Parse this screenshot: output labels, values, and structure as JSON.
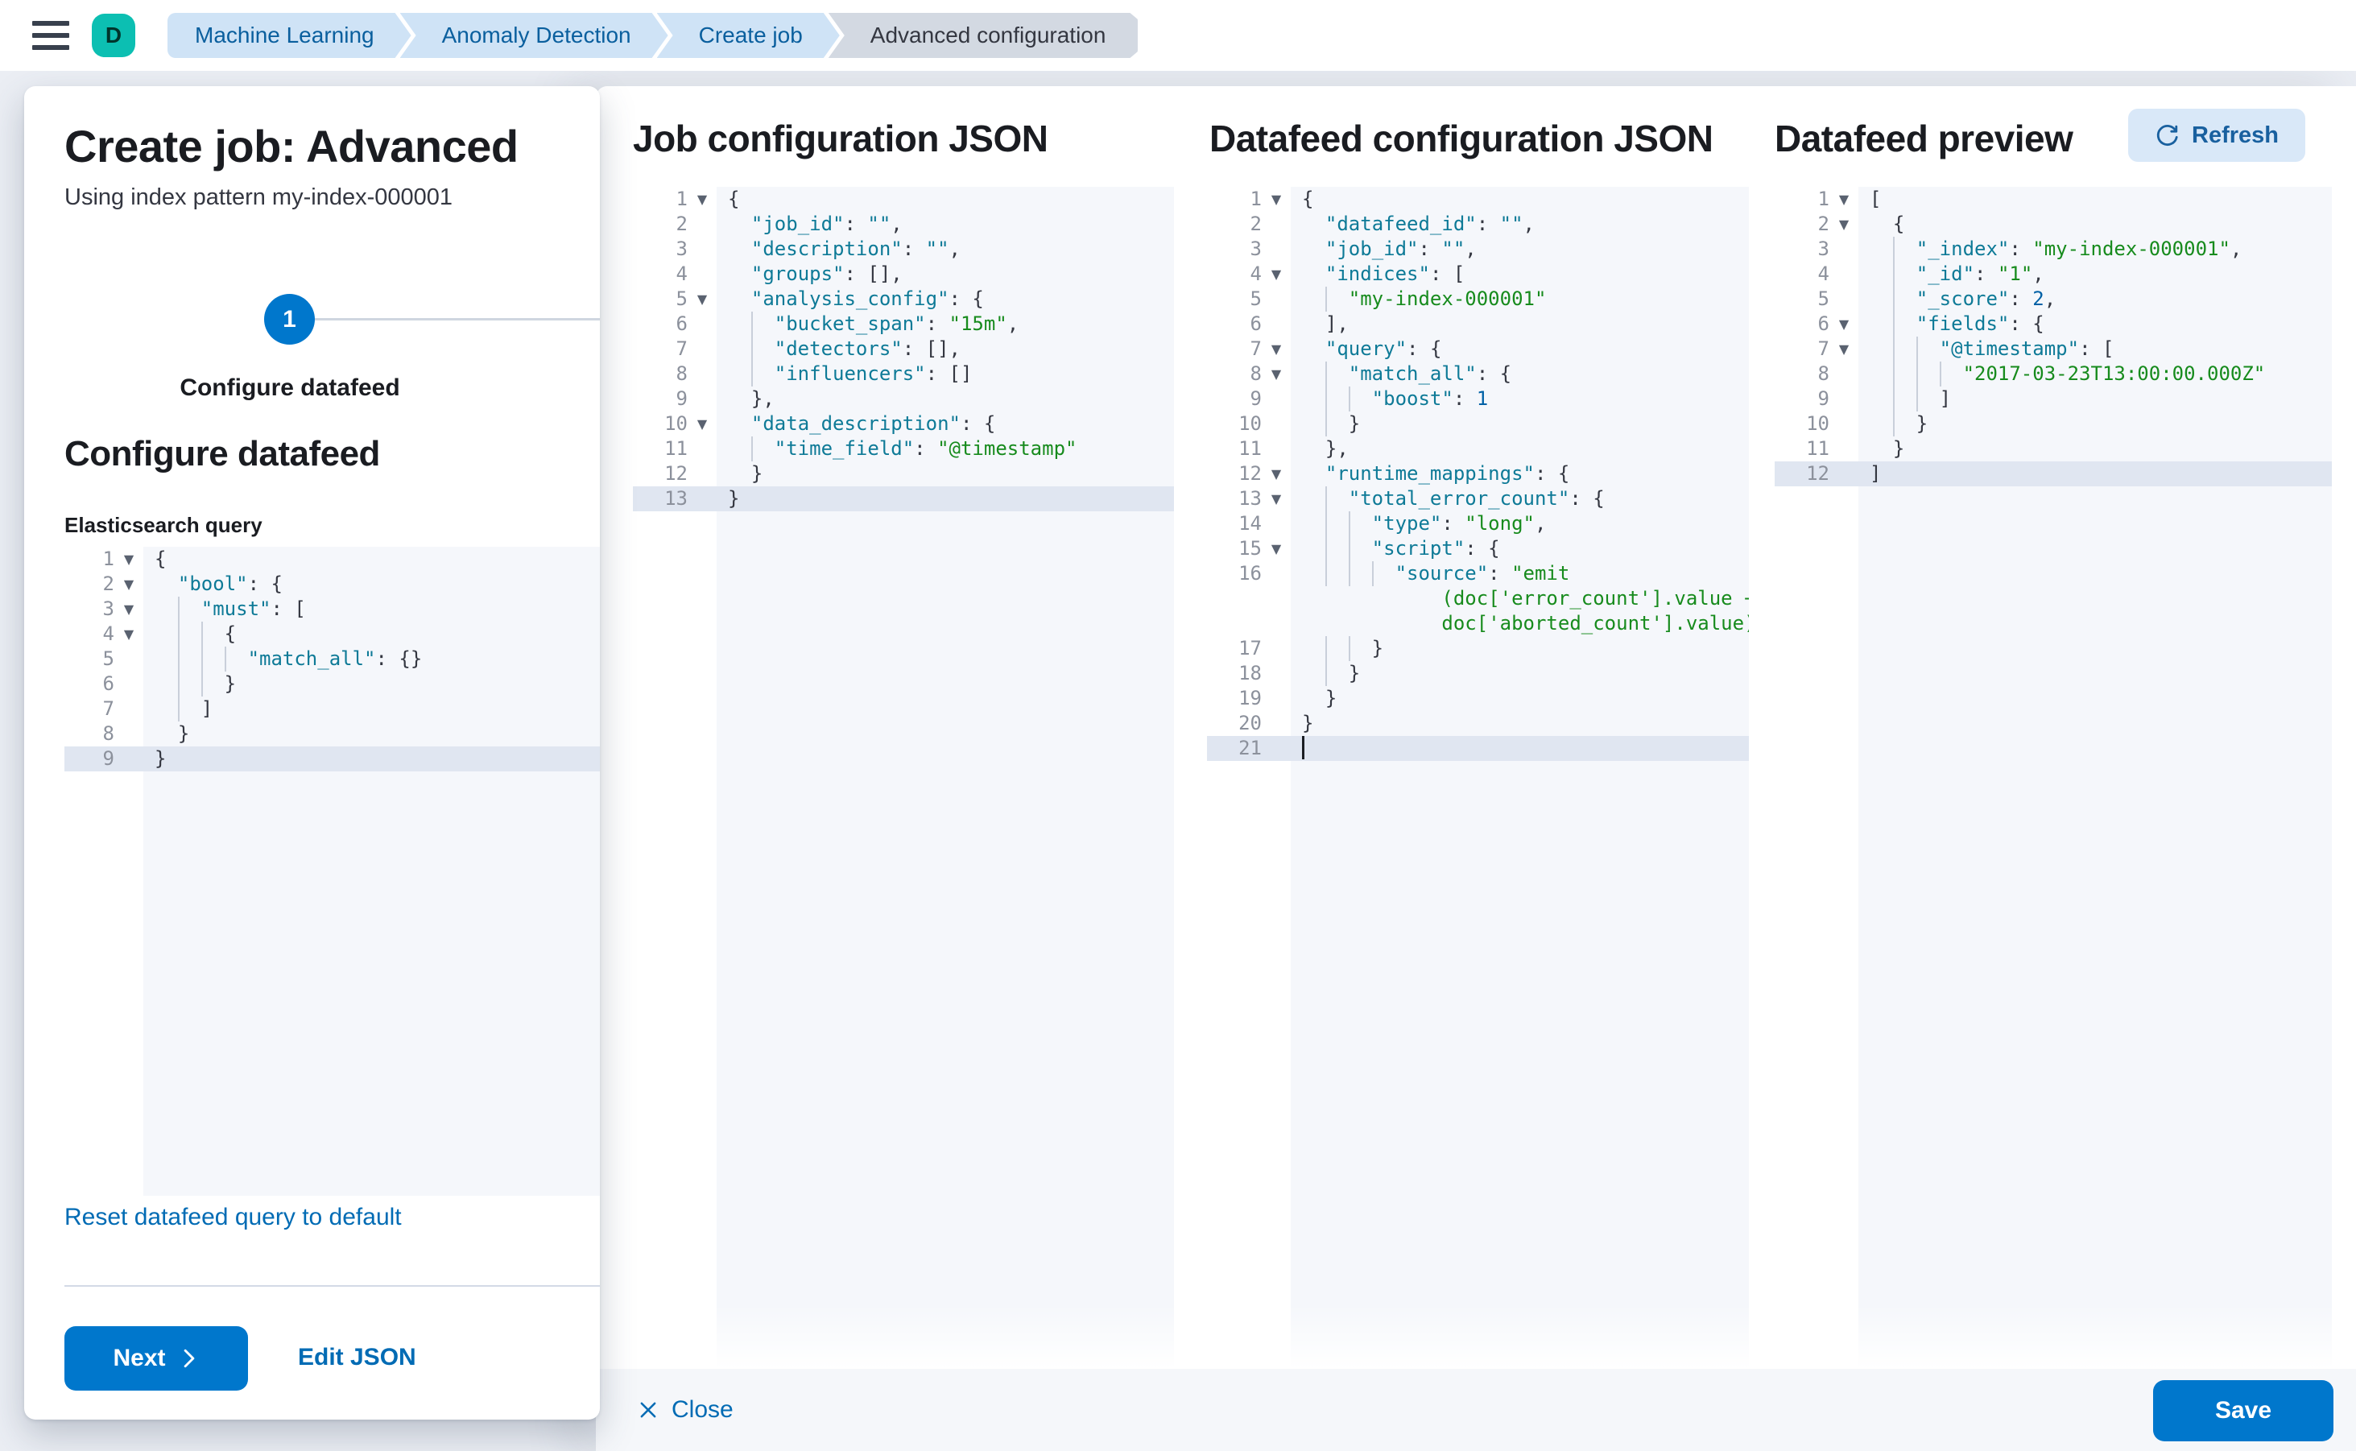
{
  "header": {
    "avatar_initial": "D",
    "breadcrumbs": [
      {
        "label": "Machine Learning",
        "current": false
      },
      {
        "label": "Anomaly Detection",
        "current": false
      },
      {
        "label": "Create job",
        "current": false
      },
      {
        "label": "Advanced configuration",
        "current": true
      }
    ]
  },
  "wizard": {
    "title": "Create job: Advanced",
    "subtitle": "Using index pattern my-index-000001",
    "step_number": "1",
    "step_label": "Configure datafeed",
    "section_heading": "Configure datafeed",
    "query_label": "Elasticsearch query",
    "reset_link": "Reset datafeed query to default",
    "next_label": "Next",
    "edit_json_label": "Edit JSON"
  },
  "flyout": {
    "col1_heading": "Job configuration JSON",
    "col2_heading": "Datafeed configuration JSON",
    "col3_heading": "Datafeed preview",
    "refresh_label": "Refresh",
    "close_label": "Close",
    "save_label": "Save"
  },
  "colors": {
    "primary_button": "#0077cc",
    "link": "#006bb4",
    "breadcrumb_bg": "#cfe3f6",
    "breadcrumb_text": "#0a5f9e",
    "breadcrumb_current_bg": "#d3d9e2",
    "avatar_bg": "#0cbfb2",
    "code_key": "#0e7a97",
    "code_string": "#178b1d",
    "code_number": "#0061a6",
    "code_bg": "#f5f7fb",
    "active_line_bg": "#e0e6f1",
    "refresh_btn_bg": "#d9e8f8"
  },
  "editors": {
    "es_query": {
      "lines": [
        {
          "n": "1",
          "f": true,
          "t": [
            [
              "p",
              "{"
            ]
          ]
        },
        {
          "n": "2",
          "f": true,
          "t": [
            [
              "u",
              "pd"
            ],
            [
              "k",
              "\"bool\""
            ],
            [
              "p",
              ": {"
            ]
          ]
        },
        {
          "n": "3",
          "f": true,
          "t": [
            [
              "u",
              "pd"
            ],
            [
              "u",
              "gd"
            ],
            [
              "k",
              "\"must\""
            ],
            [
              "p",
              ": ["
            ]
          ]
        },
        {
          "n": "4",
          "f": true,
          "t": [
            [
              "u",
              "pd"
            ],
            [
              "u",
              "gd"
            ],
            [
              "u",
              "gd"
            ],
            [
              "p",
              "{"
            ]
          ]
        },
        {
          "n": "5",
          "t": [
            [
              "u",
              "pd"
            ],
            [
              "u",
              "gd"
            ],
            [
              "u",
              "gd"
            ],
            [
              "u",
              "gd"
            ],
            [
              "k",
              "\"match_all\""
            ],
            [
              "p",
              ": {}"
            ]
          ]
        },
        {
          "n": "6",
          "t": [
            [
              "u",
              "pd"
            ],
            [
              "u",
              "gd"
            ],
            [
              "u",
              "gd"
            ],
            [
              "p",
              "}"
            ]
          ]
        },
        {
          "n": "7",
          "t": [
            [
              "u",
              "pd"
            ],
            [
              "u",
              "gd"
            ],
            [
              "p",
              "]"
            ]
          ]
        },
        {
          "n": "8",
          "t": [
            [
              "u",
              "pd"
            ],
            [
              "p",
              "}"
            ]
          ]
        },
        {
          "n": "9",
          "h": true,
          "t": [
            [
              "p",
              "}"
            ]
          ]
        }
      ]
    },
    "job_config": {
      "lines": [
        {
          "n": "1",
          "f": true,
          "t": [
            [
              "p",
              "{"
            ]
          ]
        },
        {
          "n": "2",
          "t": [
            [
              "u",
              "pd"
            ],
            [
              "k",
              "\"job_id\""
            ],
            [
              "p",
              ": "
            ],
            [
              "k",
              "\"\""
            ],
            [
              "p",
              ","
            ]
          ]
        },
        {
          "n": "3",
          "t": [
            [
              "u",
              "pd"
            ],
            [
              "k",
              "\"description\""
            ],
            [
              "p",
              ": "
            ],
            [
              "k",
              "\"\""
            ],
            [
              "p",
              ","
            ]
          ]
        },
        {
          "n": "4",
          "t": [
            [
              "u",
              "pd"
            ],
            [
              "k",
              "\"groups\""
            ],
            [
              "p",
              ": [],"
            ]
          ]
        },
        {
          "n": "5",
          "f": true,
          "t": [
            [
              "u",
              "pd"
            ],
            [
              "k",
              "\"analysis_config\""
            ],
            [
              "p",
              ": {"
            ]
          ]
        },
        {
          "n": "6",
          "t": [
            [
              "u",
              "pd"
            ],
            [
              "u",
              "gd"
            ],
            [
              "k",
              "\"bucket_span\""
            ],
            [
              "p",
              ": "
            ],
            [
              "s",
              "\"15m\""
            ],
            [
              "p",
              ","
            ]
          ]
        },
        {
          "n": "7",
          "t": [
            [
              "u",
              "pd"
            ],
            [
              "u",
              "gd"
            ],
            [
              "k",
              "\"detectors\""
            ],
            [
              "p",
              ": [],"
            ]
          ]
        },
        {
          "n": "8",
          "t": [
            [
              "u",
              "pd"
            ],
            [
              "u",
              "gd"
            ],
            [
              "k",
              "\"influencers\""
            ],
            [
              "p",
              ": []"
            ]
          ]
        },
        {
          "n": "9",
          "t": [
            [
              "u",
              "pd"
            ],
            [
              "p",
              "},"
            ]
          ]
        },
        {
          "n": "10",
          "f": true,
          "t": [
            [
              "u",
              "pd"
            ],
            [
              "k",
              "\"data_description\""
            ],
            [
              "p",
              ": {"
            ]
          ]
        },
        {
          "n": "11",
          "t": [
            [
              "u",
              "pd"
            ],
            [
              "u",
              "gd"
            ],
            [
              "k",
              "\"time_field\""
            ],
            [
              "p",
              ": "
            ],
            [
              "s",
              "\"@timestamp\""
            ]
          ]
        },
        {
          "n": "12",
          "t": [
            [
              "u",
              "pd"
            ],
            [
              "p",
              "}"
            ]
          ]
        },
        {
          "n": "13",
          "h": true,
          "t": [
            [
              "p",
              "}"
            ]
          ]
        }
      ]
    },
    "datafeed_config": {
      "lines": [
        {
          "n": "1",
          "f": true,
          "t": [
            [
              "p",
              "{"
            ]
          ]
        },
        {
          "n": "2",
          "t": [
            [
              "u",
              "pd"
            ],
            [
              "k",
              "\"datafeed_id\""
            ],
            [
              "p",
              ": "
            ],
            [
              "k",
              "\"\""
            ],
            [
              "p",
              ","
            ]
          ]
        },
        {
          "n": "3",
          "t": [
            [
              "u",
              "pd"
            ],
            [
              "k",
              "\"job_id\""
            ],
            [
              "p",
              ": "
            ],
            [
              "k",
              "\"\""
            ],
            [
              "p",
              ","
            ]
          ]
        },
        {
          "n": "4",
          "f": true,
          "t": [
            [
              "u",
              "pd"
            ],
            [
              "k",
              "\"indices\""
            ],
            [
              "p",
              ": ["
            ]
          ]
        },
        {
          "n": "5",
          "t": [
            [
              "u",
              "pd"
            ],
            [
              "u",
              "gd"
            ],
            [
              "s",
              "\"my-index-000001\""
            ]
          ]
        },
        {
          "n": "6",
          "t": [
            [
              "u",
              "pd"
            ],
            [
              "p",
              "],"
            ]
          ]
        },
        {
          "n": "7",
          "f": true,
          "t": [
            [
              "u",
              "pd"
            ],
            [
              "k",
              "\"query\""
            ],
            [
              "p",
              ": {"
            ]
          ]
        },
        {
          "n": "8",
          "f": true,
          "t": [
            [
              "u",
              "pd"
            ],
            [
              "u",
              "gd"
            ],
            [
              "k",
              "\"match_all\""
            ],
            [
              "p",
              ": {"
            ]
          ]
        },
        {
          "n": "9",
          "t": [
            [
              "u",
              "pd"
            ],
            [
              "u",
              "gd"
            ],
            [
              "u",
              "gd"
            ],
            [
              "k",
              "\"boost\""
            ],
            [
              "p",
              ": "
            ],
            [
              "n",
              "1"
            ]
          ]
        },
        {
          "n": "10",
          "t": [
            [
              "u",
              "pd"
            ],
            [
              "u",
              "gd"
            ],
            [
              "p",
              "}"
            ]
          ]
        },
        {
          "n": "11",
          "t": [
            [
              "u",
              "pd"
            ],
            [
              "p",
              "},"
            ]
          ]
        },
        {
          "n": "12",
          "f": true,
          "t": [
            [
              "u",
              "pd"
            ],
            [
              "k",
              "\"runtime_mappings\""
            ],
            [
              "p",
              ": {"
            ]
          ]
        },
        {
          "n": "13",
          "f": true,
          "t": [
            [
              "u",
              "pd"
            ],
            [
              "u",
              "gd"
            ],
            [
              "k",
              "\"total_error_count\""
            ],
            [
              "p",
              ": {"
            ]
          ]
        },
        {
          "n": "14",
          "t": [
            [
              "u",
              "pd"
            ],
            [
              "u",
              "gd"
            ],
            [
              "u",
              "gd"
            ],
            [
              "k",
              "\"type\""
            ],
            [
              "p",
              ": "
            ],
            [
              "s",
              "\"long\""
            ],
            [
              "p",
              ","
            ]
          ]
        },
        {
          "n": "15",
          "f": true,
          "t": [
            [
              "u",
              "pd"
            ],
            [
              "u",
              "gd"
            ],
            [
              "u",
              "gd"
            ],
            [
              "k",
              "\"script\""
            ],
            [
              "p",
              ": {"
            ]
          ]
        },
        {
          "n": "16",
          "t": [
            [
              "u",
              "pd"
            ],
            [
              "u",
              "gd"
            ],
            [
              "u",
              "gd"
            ],
            [
              "u",
              "gd"
            ],
            [
              "k",
              "\"source\""
            ],
            [
              "p",
              ": "
            ],
            [
              "s",
              "\"emit"
            ]
          ]
        },
        {
          "n": "",
          "t": [
            [
              "p",
              "            "
            ],
            [
              "s",
              "(doc['error_count'].value +"
            ]
          ]
        },
        {
          "n": "",
          "t": [
            [
              "p",
              "            "
            ],
            [
              "s",
              "doc['aborted_count'].value)\""
            ]
          ]
        },
        {
          "n": "17",
          "t": [
            [
              "u",
              "pd"
            ],
            [
              "u",
              "gd"
            ],
            [
              "u",
              "gd"
            ],
            [
              "p",
              "}"
            ]
          ]
        },
        {
          "n": "18",
          "t": [
            [
              "u",
              "pd"
            ],
            [
              "u",
              "gd"
            ],
            [
              "p",
              "}"
            ]
          ]
        },
        {
          "n": "19",
          "t": [
            [
              "u",
              "pd"
            ],
            [
              "p",
              "}"
            ]
          ]
        },
        {
          "n": "20",
          "t": [
            [
              "p",
              "}"
            ]
          ]
        },
        {
          "n": "21",
          "h": true,
          "t": [
            [
              "cur",
              ""
            ]
          ]
        }
      ]
    },
    "preview": {
      "lines": [
        {
          "n": "1",
          "f": true,
          "t": [
            [
              "p",
              "["
            ]
          ]
        },
        {
          "n": "2",
          "f": true,
          "t": [
            [
              "u",
              "pd"
            ],
            [
              "p",
              "{"
            ]
          ]
        },
        {
          "n": "3",
          "t": [
            [
              "u",
              "pd"
            ],
            [
              "u",
              "gd"
            ],
            [
              "k",
              "\"_index\""
            ],
            [
              "p",
              ": "
            ],
            [
              "s",
              "\"my-index-000001\""
            ],
            [
              "p",
              ","
            ]
          ]
        },
        {
          "n": "4",
          "t": [
            [
              "u",
              "pd"
            ],
            [
              "u",
              "gd"
            ],
            [
              "k",
              "\"_id\""
            ],
            [
              "p",
              ": "
            ],
            [
              "s",
              "\"1\""
            ],
            [
              "p",
              ","
            ]
          ]
        },
        {
          "n": "5",
          "t": [
            [
              "u",
              "pd"
            ],
            [
              "u",
              "gd"
            ],
            [
              "k",
              "\"_score\""
            ],
            [
              "p",
              ": "
            ],
            [
              "n",
              "2"
            ],
            [
              "p",
              ","
            ]
          ]
        },
        {
          "n": "6",
          "f": true,
          "t": [
            [
              "u",
              "pd"
            ],
            [
              "u",
              "gd"
            ],
            [
              "k",
              "\"fields\""
            ],
            [
              "p",
              ": {"
            ]
          ]
        },
        {
          "n": "7",
          "f": true,
          "t": [
            [
              "u",
              "pd"
            ],
            [
              "u",
              "gd"
            ],
            [
              "u",
              "gd"
            ],
            [
              "k",
              "\"@timestamp\""
            ],
            [
              "p",
              ": ["
            ]
          ]
        },
        {
          "n": "8",
          "t": [
            [
              "u",
              "pd"
            ],
            [
              "u",
              "gd"
            ],
            [
              "u",
              "gd"
            ],
            [
              "u",
              "gd"
            ],
            [
              "s",
              "\"2017-03-23T13:00:00.000Z\""
            ]
          ]
        },
        {
          "n": "9",
          "t": [
            [
              "u",
              "pd"
            ],
            [
              "u",
              "gd"
            ],
            [
              "u",
              "gd"
            ],
            [
              "p",
              "]"
            ]
          ]
        },
        {
          "n": "10",
          "t": [
            [
              "u",
              "pd"
            ],
            [
              "u",
              "gd"
            ],
            [
              "p",
              "}"
            ]
          ]
        },
        {
          "n": "11",
          "t": [
            [
              "u",
              "pd"
            ],
            [
              "p",
              "}"
            ]
          ]
        },
        {
          "n": "12",
          "h": true,
          "t": [
            [
              "p",
              "]"
            ]
          ]
        }
      ]
    }
  }
}
